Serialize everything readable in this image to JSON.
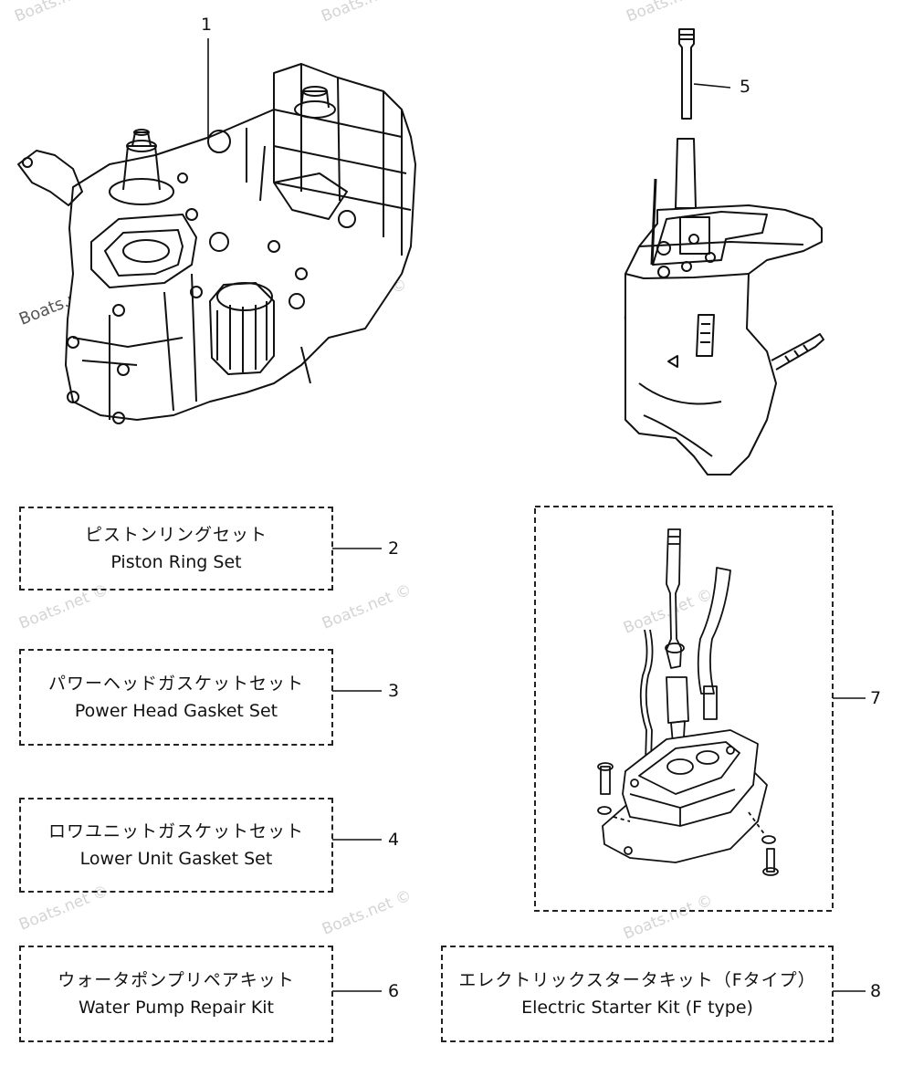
{
  "watermark": "Boats.net ©",
  "watermark_plain": "Boats.net",
  "callouts": {
    "c1": "1",
    "c2": "2",
    "c3": "3",
    "c4": "4",
    "c5": "5",
    "c6": "6",
    "c7": "7",
    "c8": "8"
  },
  "kits": {
    "piston_ring": {
      "jp": "ピストンリングセット",
      "en": "Piston Ring Set"
    },
    "power_head": {
      "jp": "パワーヘッドガスケットセット",
      "en": "Power Head Gasket Set"
    },
    "lower_unit": {
      "jp": "ロワユニットガスケットセット",
      "en": "Lower Unit Gasket Set"
    },
    "water_pump": {
      "jp": "ウォータポンプリペアキット",
      "en": "Water Pump Repair Kit"
    },
    "electric_starter": {
      "jp": "エレクトリックスタータキット（Fタイプ）",
      "en": "Electric Starter Kit (F type)"
    }
  }
}
